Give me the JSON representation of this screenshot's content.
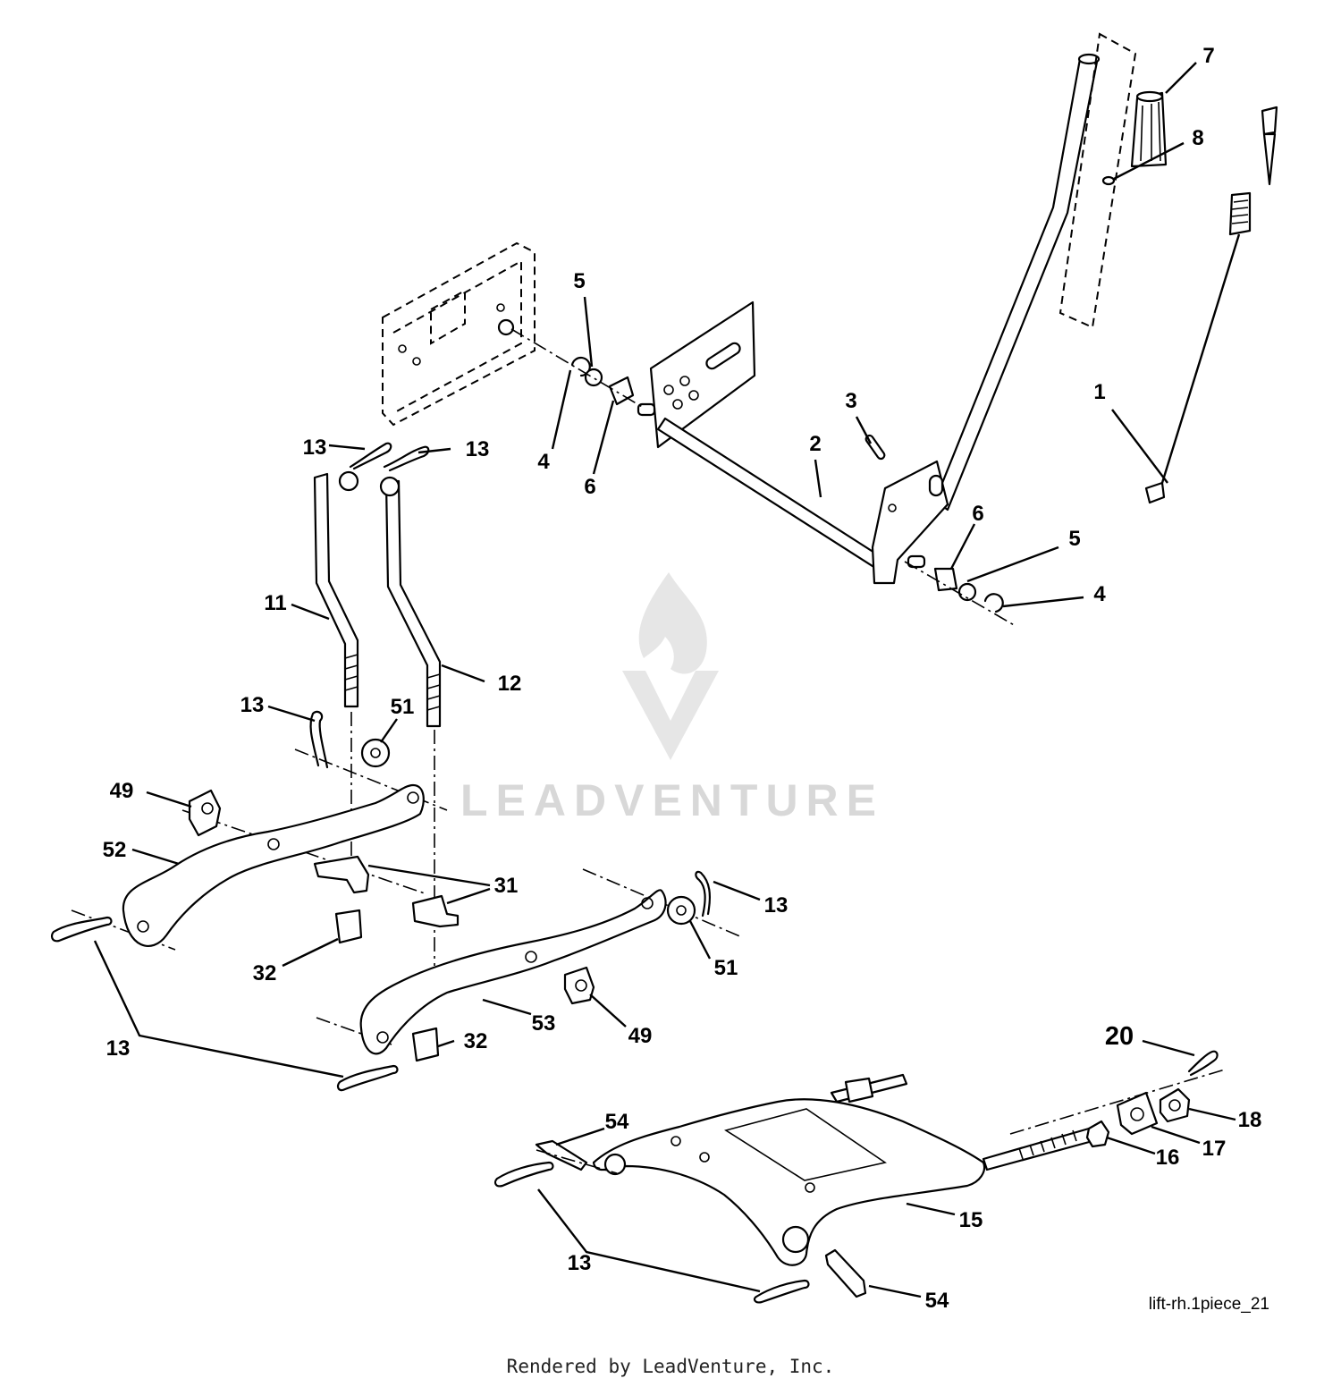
{
  "watermark": {
    "brand": "LEADVENTURE"
  },
  "figure_id": "lift-rh.1piece_21",
  "footer": "Rendered by LeadVenture, Inc.",
  "callouts": [
    {
      "id": "c1",
      "label": "1"
    },
    {
      "id": "c2",
      "label": "2"
    },
    {
      "id": "c3",
      "label": "3"
    },
    {
      "id": "c4a",
      "label": "4"
    },
    {
      "id": "c4b",
      "label": "4"
    },
    {
      "id": "c5a",
      "label": "5"
    },
    {
      "id": "c5b",
      "label": "5"
    },
    {
      "id": "c6a",
      "label": "6"
    },
    {
      "id": "c6b",
      "label": "6"
    },
    {
      "id": "c7",
      "label": "7"
    },
    {
      "id": "c8",
      "label": "8"
    },
    {
      "id": "c11",
      "label": "11"
    },
    {
      "id": "c12",
      "label": "12"
    },
    {
      "id": "c13a",
      "label": "13"
    },
    {
      "id": "c13b",
      "label": "13"
    },
    {
      "id": "c13c",
      "label": "13"
    },
    {
      "id": "c13d",
      "label": "13"
    },
    {
      "id": "c13e",
      "label": "13"
    },
    {
      "id": "c13f",
      "label": "13"
    },
    {
      "id": "c15",
      "label": "15"
    },
    {
      "id": "c16",
      "label": "16"
    },
    {
      "id": "c17",
      "label": "17"
    },
    {
      "id": "c18",
      "label": "18"
    },
    {
      "id": "c20",
      "label": "20"
    },
    {
      "id": "c31",
      "label": "31"
    },
    {
      "id": "c32a",
      "label": "32"
    },
    {
      "id": "c32b",
      "label": "32"
    },
    {
      "id": "c49a",
      "label": "49"
    },
    {
      "id": "c49b",
      "label": "49"
    },
    {
      "id": "c51a",
      "label": "51"
    },
    {
      "id": "c51b",
      "label": "51"
    },
    {
      "id": "c52",
      "label": "52"
    },
    {
      "id": "c53",
      "label": "53"
    },
    {
      "id": "c54a",
      "label": "54"
    },
    {
      "id": "c54b",
      "label": "54"
    }
  ]
}
